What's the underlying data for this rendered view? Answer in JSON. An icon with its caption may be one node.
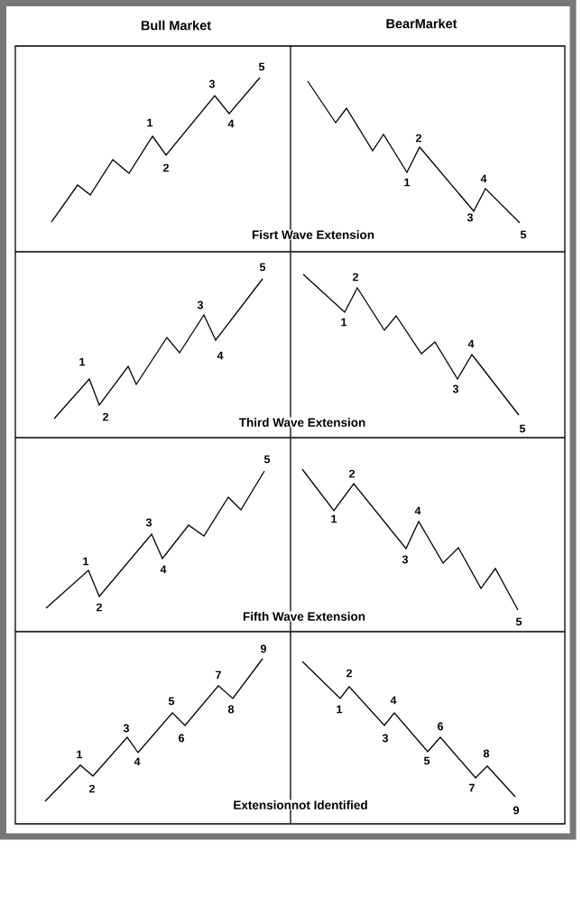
{
  "diagram": {
    "labels": [
      "Bull Market",
      "BearMarket",
      "1",
      "2",
      "3",
      "4",
      "5",
      "1",
      "2",
      "3",
      "4",
      "5",
      "Fisrt Wave Extension",
      "1",
      "2",
      "3",
      "4",
      "5",
      "1",
      "2",
      "3",
      "4",
      "5",
      "Third Wave Extension",
      "1",
      "2",
      "3",
      "4",
      "5",
      "1",
      "2",
      "3",
      "4",
      "5",
      "Fifth Wave Extension",
      "1",
      "2",
      "3",
      "4",
      "5",
      "6",
      "7",
      "8",
      "9",
      "1",
      "2",
      "3",
      "4",
      "5",
      "6",
      "7",
      "8",
      "9",
      "Extensionnot Identified"
    ]
  }
}
